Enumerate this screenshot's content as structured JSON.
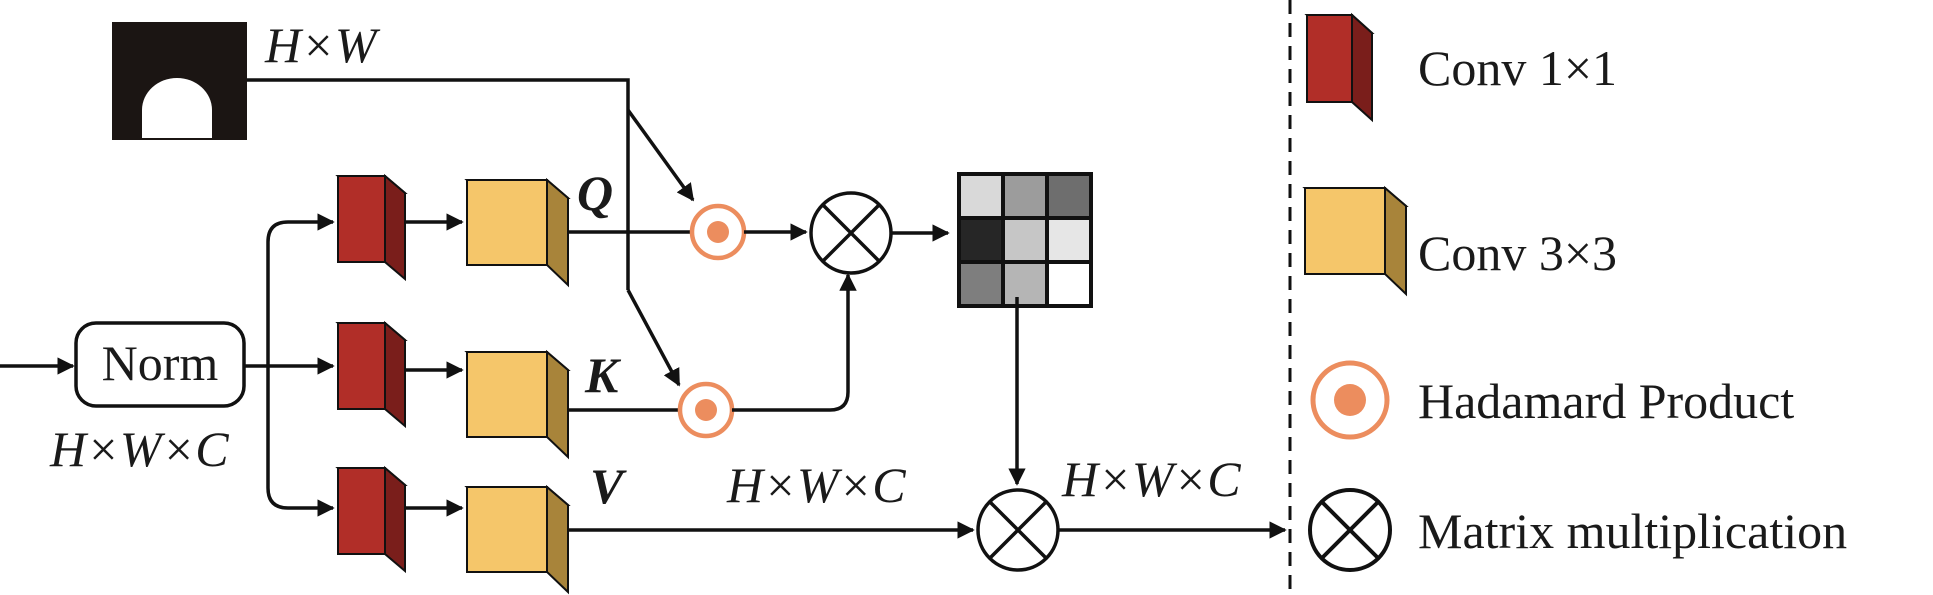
{
  "diagram": {
    "mask_label": "H×W",
    "norm_label": "Norm",
    "input_dim_label": "H×W×C",
    "q_label": "Q",
    "k_label": "K",
    "v_label": "V",
    "v_path_label": "H×W×C",
    "output_label": "H×W×C",
    "attention_map_cells": [
      [
        "#d9d9d9",
        "#9c9c9c",
        "#6e6e6e"
      ],
      [
        "#262626",
        "#c6c6c6",
        "#e6e6e6"
      ],
      [
        "#7e7e7e",
        "#b5b5b5",
        "#ffffff"
      ]
    ]
  },
  "legend": {
    "conv1x1_label": "Conv 1×1",
    "conv3x3_label": "Conv 3×3",
    "hadamard_label": "Hadamard Product",
    "matmul_label": "Matrix multiplication"
  },
  "colors": {
    "conv1x1_front": "#b12e28",
    "conv1x1_top": "#c7524a",
    "conv1x1_side": "#7a1e1b",
    "conv3x3_front": "#f5c66a",
    "conv3x3_top": "#f7d38c",
    "conv3x3_side": "#a8843a",
    "hadamard": "#ec8d5e",
    "line": "#111111"
  }
}
